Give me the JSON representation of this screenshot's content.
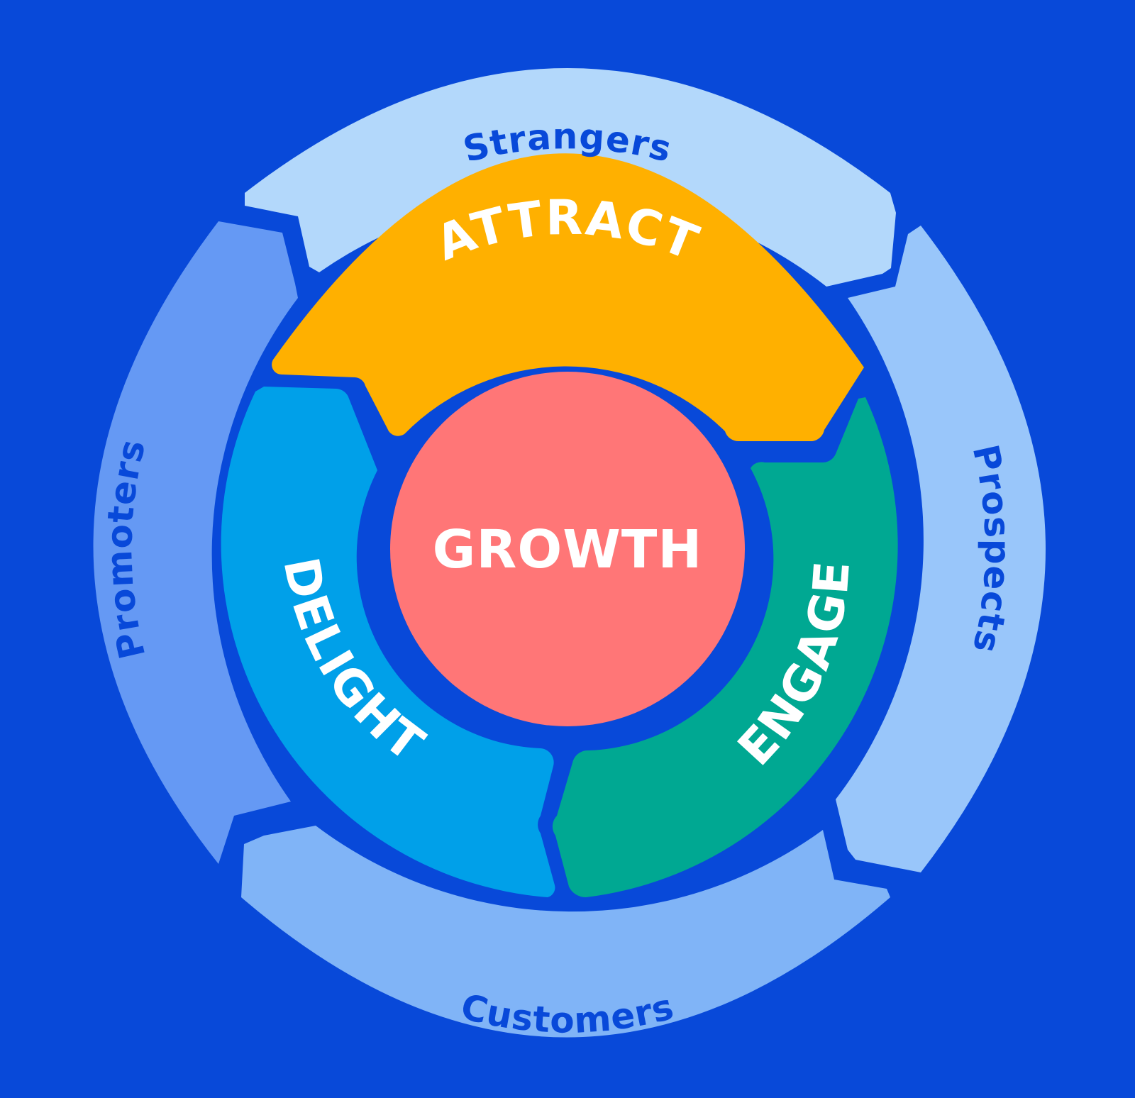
{
  "colors": {
    "background": "#0849d9",
    "strangers": "#b3d8fb",
    "prospects": "#99c6fa",
    "customers": "#80b4f7",
    "promoters": "#6599f4",
    "attract": "#ffb000",
    "engage": "#00a892",
    "delight": "#00a0e9",
    "growth": "#ff7677",
    "outer_text": "#0849d9",
    "inner_text": "#ffffff"
  },
  "outer_ring": {
    "strangers": "Strangers",
    "prospects": "Prospects",
    "customers": "Customers",
    "promoters": "Promoters"
  },
  "inner_ring": {
    "attract": "ATTRACT",
    "engage": "ENGAGE",
    "delight": "DELIGHT"
  },
  "center": {
    "label": "GROWTH"
  }
}
